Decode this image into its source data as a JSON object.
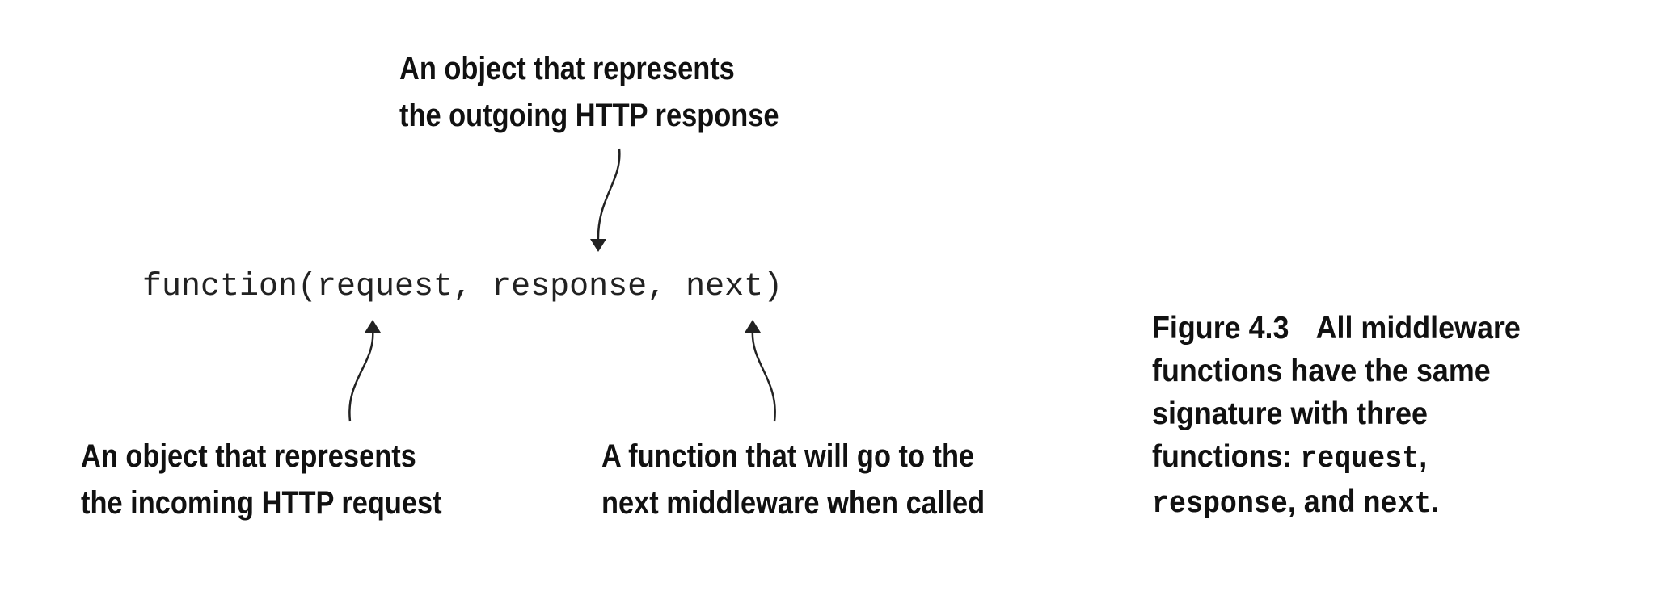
{
  "annotations": {
    "response": {
      "line1": "An object that represents",
      "line2": "the outgoing HTTP response"
    },
    "request": {
      "line1": "An object that represents",
      "line2": "the incoming HTTP request"
    },
    "next": {
      "line1": "A function that will go to the",
      "line2": "next middleware when called"
    }
  },
  "code": {
    "signature": "function(request, response, next)"
  },
  "caption": {
    "label": "Figure 4.3",
    "line1_text": "All middleware",
    "line2": "functions have the same",
    "line3": "signature with three",
    "line4_prefix": "functions: ",
    "term_request": "request",
    "line4_suffix": ",",
    "term_response": "response",
    "line5_mid": ", and ",
    "term_next": "next",
    "line5_end": "."
  },
  "colors": {
    "text": "#111111",
    "arrow": "#222222",
    "background": "#ffffff"
  }
}
